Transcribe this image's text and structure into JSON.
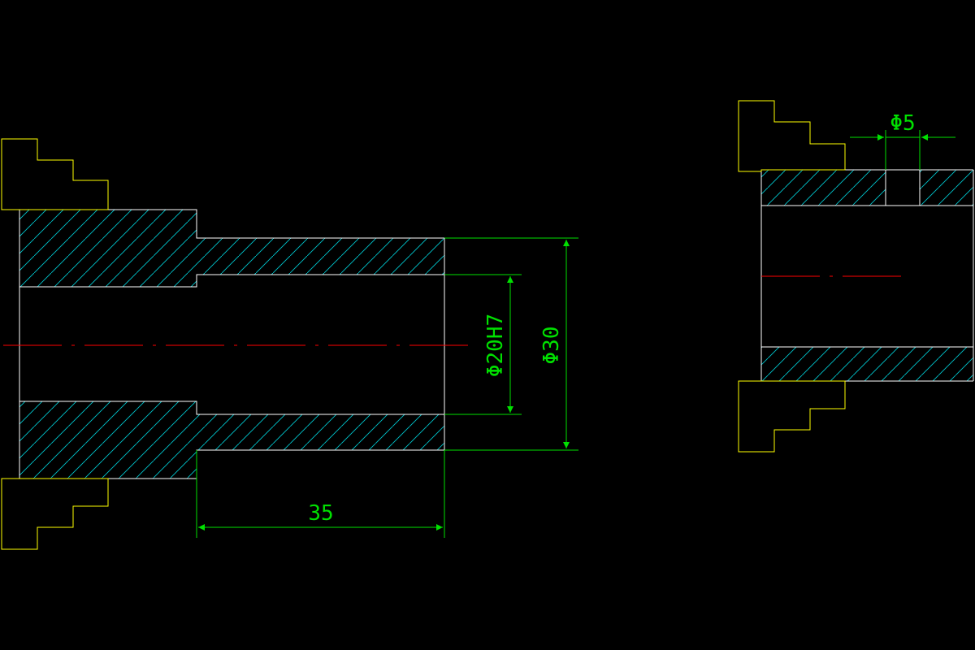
{
  "drawing": {
    "background": "#000000",
    "colors": {
      "outline": "#ffffff",
      "hatch": "#00c8d0",
      "dimension": "#00e000",
      "jaw": "#ffff00",
      "centerline": "#ff0000"
    }
  },
  "dimensions": {
    "length": "35",
    "bore": "Φ20H7",
    "outer": "Φ30",
    "hole": "Φ5"
  }
}
